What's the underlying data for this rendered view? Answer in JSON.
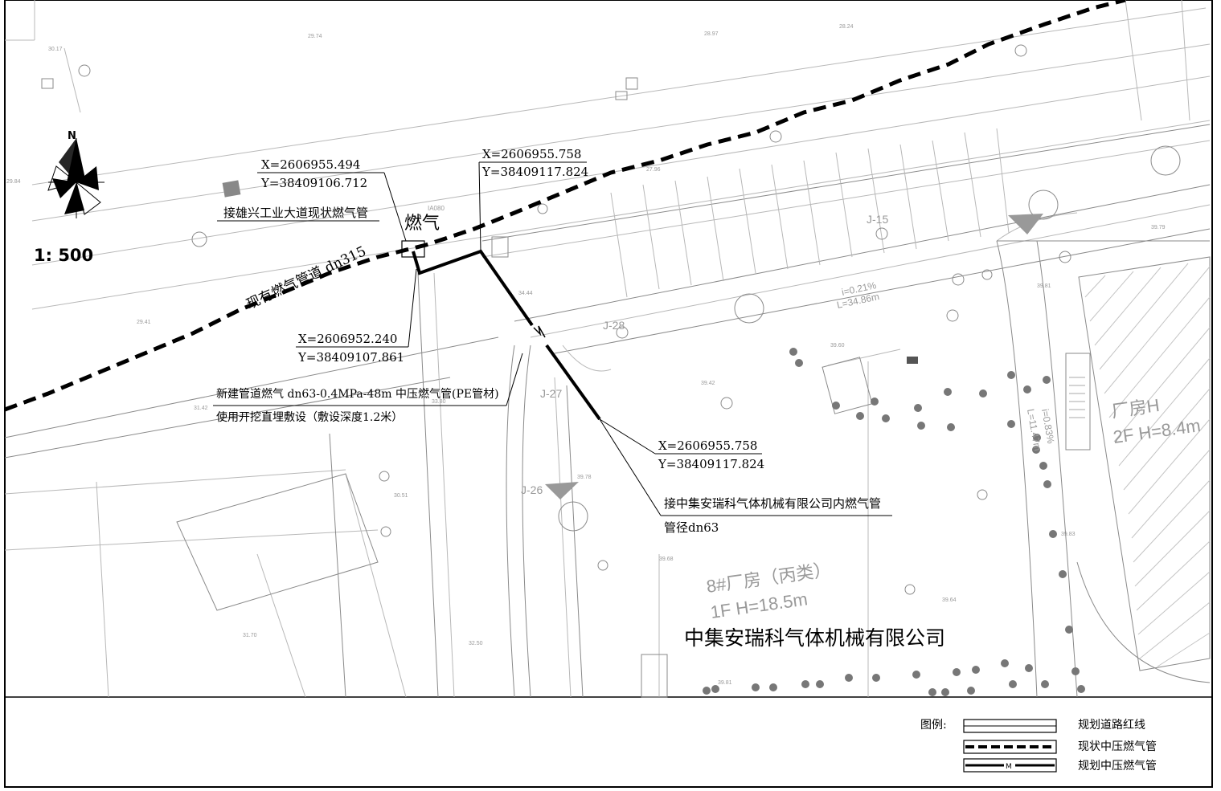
{
  "scale": "1: 500",
  "north": "N",
  "existing_pipe": {
    "label": "现有燃气管道  dn315"
  },
  "gas_label": "燃气",
  "coords": {
    "c1": {
      "x": "X=2606955.494",
      "y": "Y=38409106.712"
    },
    "c2": {
      "x": "X=2606955.758",
      "y": "Y=38409117.824"
    },
    "c3": {
      "x": "X=2606952.240",
      "y": "Y=38409107.861"
    },
    "c4": {
      "x": "X=2606955.758",
      "y": "Y=38409117.824"
    }
  },
  "notes": {
    "connect_existing": "接雄兴工业大道现状燃气管",
    "new_pipe_line1": "新建管道燃气 dn63-0.4MPa-48m 中压燃气管(PE管材)",
    "new_pipe_line2": "使用开挖直埋敷设（敷设深度1.2米）",
    "connect_company_line1": "接中集安瑞科气体机械有限公司内燃气管",
    "connect_company_line2": "管径dn63"
  },
  "buildings": {
    "b8_line1": "8#厂房（丙类）",
    "b8_line2": "1F    H=18.5m",
    "company": "中集安瑞科气体机械有限公司",
    "bh_line1": "厂房H",
    "bh_line2": "2F    H=8.4m"
  },
  "road_marks": {
    "grade1": "i=0.21%",
    "len1": "L=34.86m",
    "grade2": "i=0.83%",
    "len2": "L=11.47m",
    "j15": "J-15",
    "j28": "J-28",
    "j27": "J-27",
    "j26": "J-26",
    "ia080": "IA080"
  },
  "elevations": [
    "29.74",
    "28.97",
    "28.24",
    "30.17",
    "27.96",
    "29.41",
    "31.42",
    "34.44",
    "33.80",
    "39.79",
    "39.81",
    "39.60",
    "39.42",
    "39.78",
    "39.83",
    "39.68",
    "39.64",
    "39.81",
    "30.51",
    "31.70",
    "32.50",
    "29.84"
  ],
  "legend": {
    "title": "图例:",
    "items": [
      {
        "label": "规划道路红线"
      },
      {
        "label": "现状中压燃气管"
      },
      {
        "label": "规划中压燃气管",
        "symbol": "M"
      }
    ]
  }
}
